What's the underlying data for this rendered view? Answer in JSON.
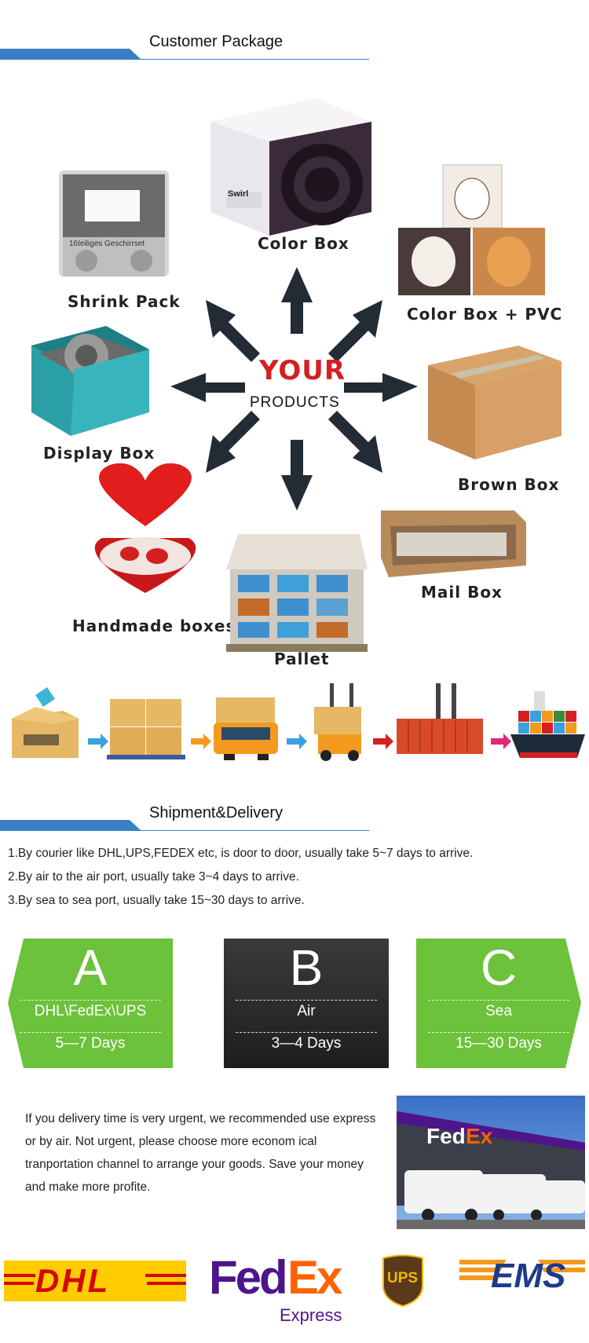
{
  "sections": {
    "customer_package": "Customer Package",
    "shipment_delivery": "Shipment&Delivery"
  },
  "center": {
    "your": "YOUR",
    "products": "PRODUCTS"
  },
  "packages": {
    "color_box": "Color  Box",
    "shrink_pack": "Shrink  Pack",
    "color_box_pvc": "Color  Box  +  PVC",
    "display_box": "Display  Box",
    "brown_box": "Brown  Box",
    "handmade_boxes": "Handmade  boxes",
    "mail_box": "Mail  Box",
    "pallet": "Pallet"
  },
  "image_text": {
    "shrink_pack_label": "16teiliges Geschirrset",
    "color_box_brand": "Swirl"
  },
  "shipping_lines": [
    "1.By courier like DHL,UPS,FEDEX etc, is door to door, usually take 5~7 days to arrive.",
    "2.By air to the air port, usually take 3~4 days to arrive.",
    "3.By sea to sea port, usually take 15~30 days to arrive."
  ],
  "options": [
    {
      "letter": "A",
      "name": "DHL\\FedEx\\UPS",
      "days": "5—7 Days"
    },
    {
      "letter": "B",
      "name": "Air",
      "days": "3—4 Days"
    },
    {
      "letter": "C",
      "name": "Sea",
      "days": "15—30 Days"
    }
  ],
  "note": "If you delivery time is very urgent, we recommended use express or by air. Not urgent, please choose more econom ical tranportation channel to arrange your goods. Save your money and  make more profite.",
  "logos": {
    "dhl": "DHL",
    "fedex_fed": "Fed",
    "fedex_ex": "Ex",
    "fedex_express": "Express",
    "ups": "UPS",
    "ems": "EMS"
  },
  "colors": {
    "accent_blue": "#3a7fc4",
    "option_green": "#6cc23a",
    "option_dark": "#2a2a2a",
    "your_red": "#d42020",
    "dhl_yellow": "#ffcc00",
    "dhl_red": "#d40511",
    "fedex_purple": "#4d148c",
    "fedex_orange": "#ff6200"
  }
}
